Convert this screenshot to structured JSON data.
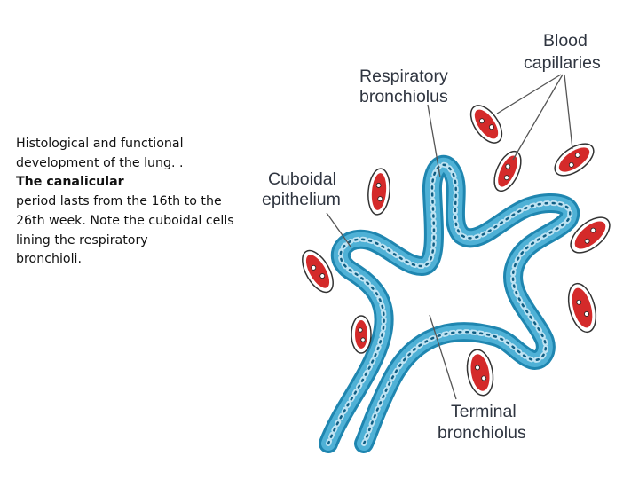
{
  "caption": {
    "line1": "Histological and functional",
    "line2": "development of the lung. .",
    "line3": " The canalicular",
    "line4": "period lasts from the 16th to the",
    "line5": "26th week. Note the cuboidal cells",
    "line6": "lining the respiratory",
    "line7": "bronchioli."
  },
  "labels": {
    "blood_capillaries_1": "Blood",
    "blood_capillaries_2": "capillaries",
    "respiratory_bronchiolus_1": "Respiratory",
    "respiratory_bronchiolus_2": "bronchiolus",
    "cuboidal_epithelium_1": "Cuboidal",
    "cuboidal_epithelium_2": "epithelium",
    "terminal_bronchiolus_1": "Terminal",
    "terminal_bronchiolus_2": "bronchiolus"
  },
  "colors": {
    "epithelium": "#3b9fc4",
    "epithelium_light": "#9fd2e8",
    "capillary_red": "#d42a2a",
    "leader": "#555555"
  }
}
